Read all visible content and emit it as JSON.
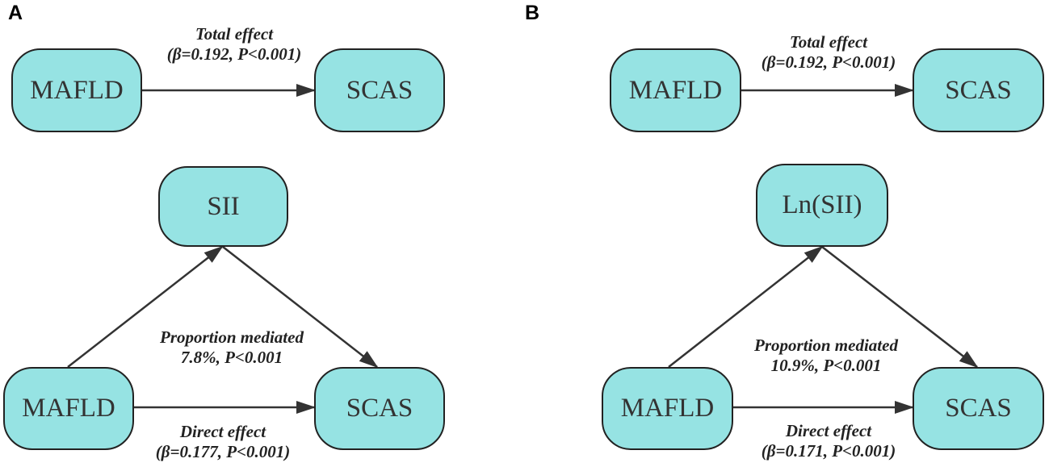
{
  "panels": [
    {
      "label": "A",
      "total": {
        "from": "MAFLD",
        "to": "SCAS",
        "title": "Total effect",
        "stats": "(β=0.192, P<0.001)"
      },
      "mediator": "SII",
      "bottom_from": "MAFLD",
      "bottom_to": "SCAS",
      "proportion": {
        "title": "Proportion mediated",
        "stats": "7.8%, P<0.001"
      },
      "direct": {
        "title": "Direct effect",
        "stats": "(β=0.177, P<0.001)"
      }
    },
    {
      "label": "B",
      "total": {
        "from": "MAFLD",
        "to": "SCAS",
        "title": "Total effect",
        "stats": "(β=0.192, P<0.001)"
      },
      "mediator": "Ln(SII)",
      "bottom_from": "MAFLD",
      "bottom_to": "SCAS",
      "proportion": {
        "title": "Proportion mediated",
        "stats": "10.9%, P<0.001"
      },
      "direct": {
        "title": "Direct effect",
        "stats": "(β=0.171, P<0.001)"
      }
    }
  ],
  "colors": {
    "node_fill": "#96e3e3",
    "node_border": "#222222",
    "arrow": "#333333"
  }
}
